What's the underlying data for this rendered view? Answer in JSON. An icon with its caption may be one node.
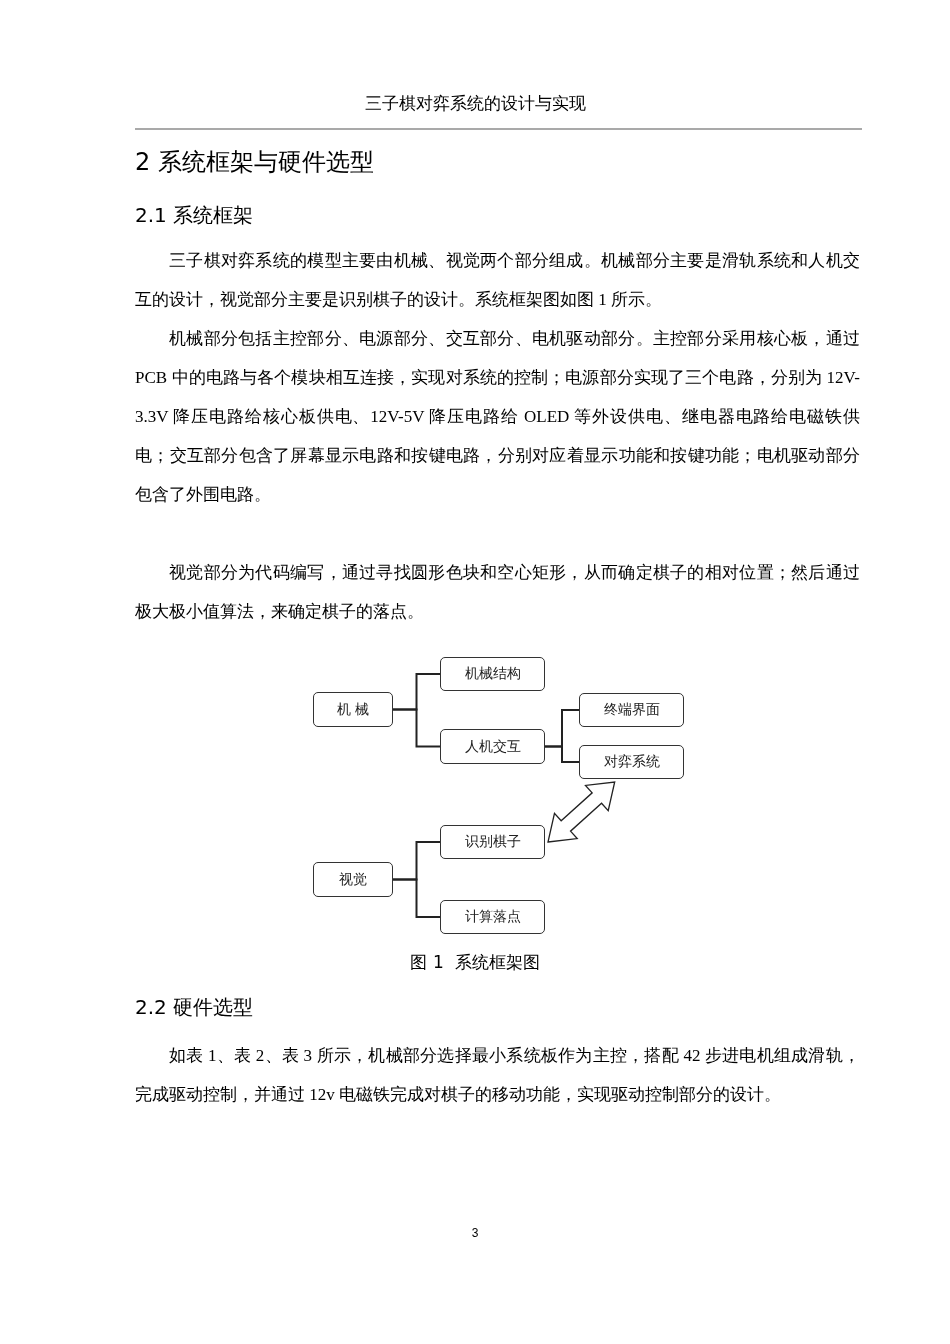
{
  "diagram": {
    "caption": "图 1  系统框架图",
    "nodes": [
      {
        "text": [
          "机 械"
        ]
      },
      {
        "text": [
          "机械结构"
        ]
      },
      {
        "text": [
          "人机交互"
        ]
      },
      {
        "text": [
          "终端界面"
        ]
      },
      {
        "text": [
          "对弈系统"
        ]
      },
      {
        "text": [
          "视觉"
        ]
      },
      {
        "text": [
          "识别棋子"
        ]
      },
      {
        "text": [
          "计算落点"
        ]
      }
    ],
    "edges": [
      {
        "from": 0,
        "to": 1,
        "arrow": "none"
      },
      {
        "from": 0,
        "to": 2,
        "arrow": "none"
      },
      {
        "from": 2,
        "to": 3,
        "arrow": "none"
      },
      {
        "from": 2,
        "to": 4,
        "arrow": "none"
      },
      {
        "from": 6,
        "to": 4,
        "arrow": "both"
      },
      {
        "from": 5,
        "to": 6,
        "arrow": "none"
      },
      {
        "from": 5,
        "to": 7,
        "arrow": "none"
      }
    ],
    "labels": [
      "三子棋对弈系统的设计与实现",
      "2  系统框架与硬件选型",
      "2.1  系统框架",
      "三子棋对弈系统的模型主要由机械、视觉两个部分组成。机械部分主要是滑轨系统和人机交互的设计，视觉部分主要是识别棋子的设计。系统框架图如图 1 所示。",
      "机械部分包括主控部分、电源部分、交互部分、电机驱动部分。主控部分采用核心板，通过 PCB 中的电路与各个模块相互连接，实现对系统的控制；电源部分实现了三个电路，分别为 12V-3.3V 降压电路给核心板供电、12V-5V 降压电路给 OLED 等外设供电、继电器电路给电磁铁供电；交互部分包含了屏幕显示电路和按键电路，分别对应着显示功能和按键功能；电机驱动部分包含了外围电路。",
      "视觉部分为代码编写，通过寻找圆形色块和空心矩形，从而确定棋子的相对位置；然后通过极大极小值算法，来确定棋子的落点。",
      "2.2  硬件选型",
      "如表 1、表 2、表 3 所示，机械部分选择最小系统板作为主控，搭配 42 步进电机组成滑轨，完成驱动控制，并通过 12v 电磁铁完成对棋子的移动功能，实现驱动控制部分的设计。",
      "3"
    ]
  }
}
